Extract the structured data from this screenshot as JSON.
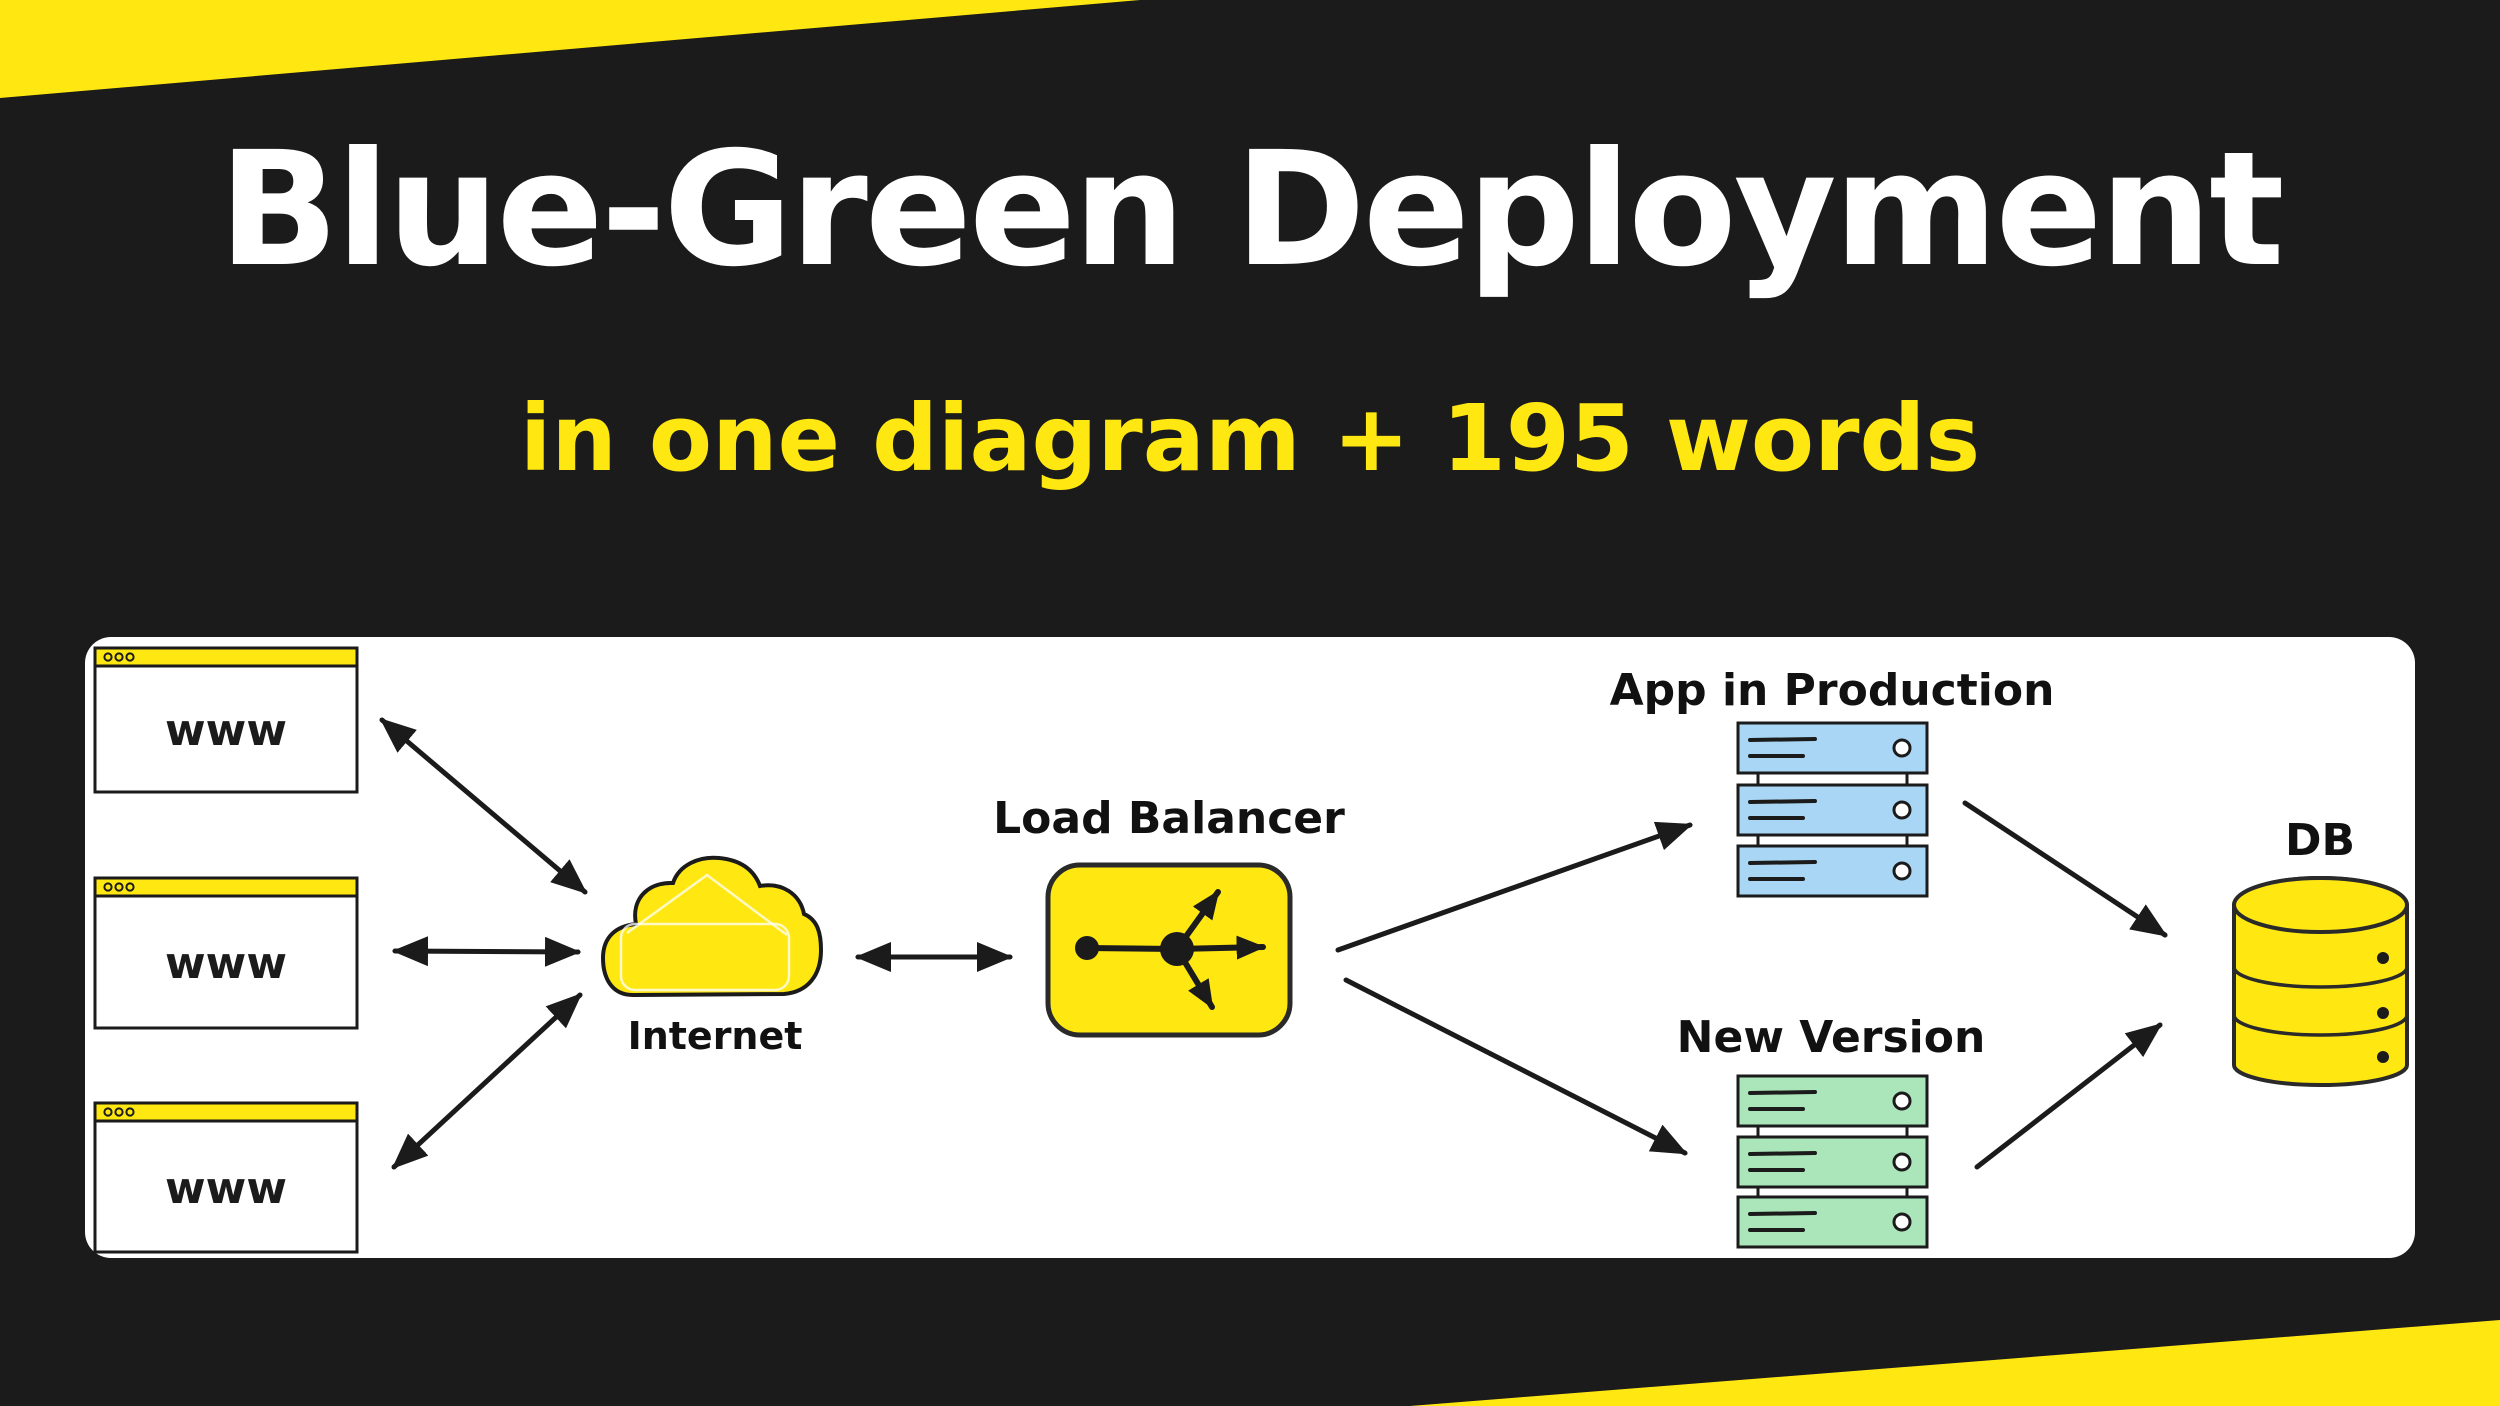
{
  "header": {
    "title": "Blue-Green Deployment",
    "subtitle": "in one diagram + 195 words"
  },
  "diagram": {
    "browsers": [
      {
        "label": "www"
      },
      {
        "label": "www"
      },
      {
        "label": "www"
      }
    ],
    "internet_label": "Internet",
    "load_balancer_label": "Load Balancer",
    "production_label": "App in Production",
    "new_version_label": "New Version",
    "db_label": "DB"
  },
  "colors": {
    "background_black": "#1b1b1b",
    "accent_yellow": "#ffe712",
    "panel_white": "#ffffff",
    "title_white": "#ffffff",
    "production_blue": "#a9d6f5",
    "new_version_green": "#aae6ba",
    "ink": "#1b1b1b"
  }
}
